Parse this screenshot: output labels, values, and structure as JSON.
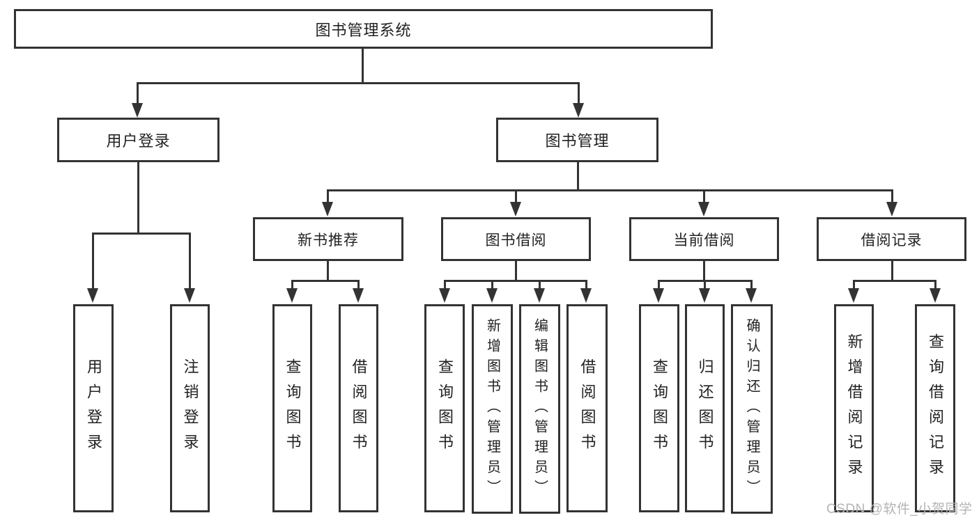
{
  "root": {
    "label": "图书管理系统"
  },
  "level2": [
    {
      "label": "用户登录"
    },
    {
      "label": "图书管理"
    }
  ],
  "level3": [
    {
      "label": "新书推荐",
      "parent": "图书管理"
    },
    {
      "label": "图书借阅",
      "parent": "图书管理"
    },
    {
      "label": "当前借阅",
      "parent": "图书管理"
    },
    {
      "label": "借阅记录",
      "parent": "图书管理"
    }
  ],
  "leaves": [
    {
      "label": "用户登录",
      "parent": "用户登录"
    },
    {
      "label": "注销登录",
      "parent": "用户登录"
    },
    {
      "label": "查询图书",
      "parent": "新书推荐"
    },
    {
      "label": "借阅图书",
      "parent": "新书推荐"
    },
    {
      "label": "查询图书",
      "parent": "图书借阅"
    },
    {
      "label": "新增图书（管理员）",
      "parent": "图书借阅"
    },
    {
      "label": "编辑图书（管理员）",
      "parent": "图书借阅"
    },
    {
      "label": "借阅图书",
      "parent": "图书借阅"
    },
    {
      "label": "查询图书",
      "parent": "当前借阅"
    },
    {
      "label": "归还图书",
      "parent": "当前借阅"
    },
    {
      "label": "确认归还（管理员）",
      "parent": "当前借阅"
    },
    {
      "label": "新增借阅记录",
      "parent": "借阅记录"
    },
    {
      "label": "查询借阅记录",
      "parent": "借阅记录"
    }
  ],
  "watermark": {
    "text": "CSDN @软件_小贺同学"
  },
  "colors": {
    "line": "#333333",
    "border": "#333333",
    "text": "#222222",
    "watermark": "#b4b4b4",
    "background": "#ffffff"
  }
}
